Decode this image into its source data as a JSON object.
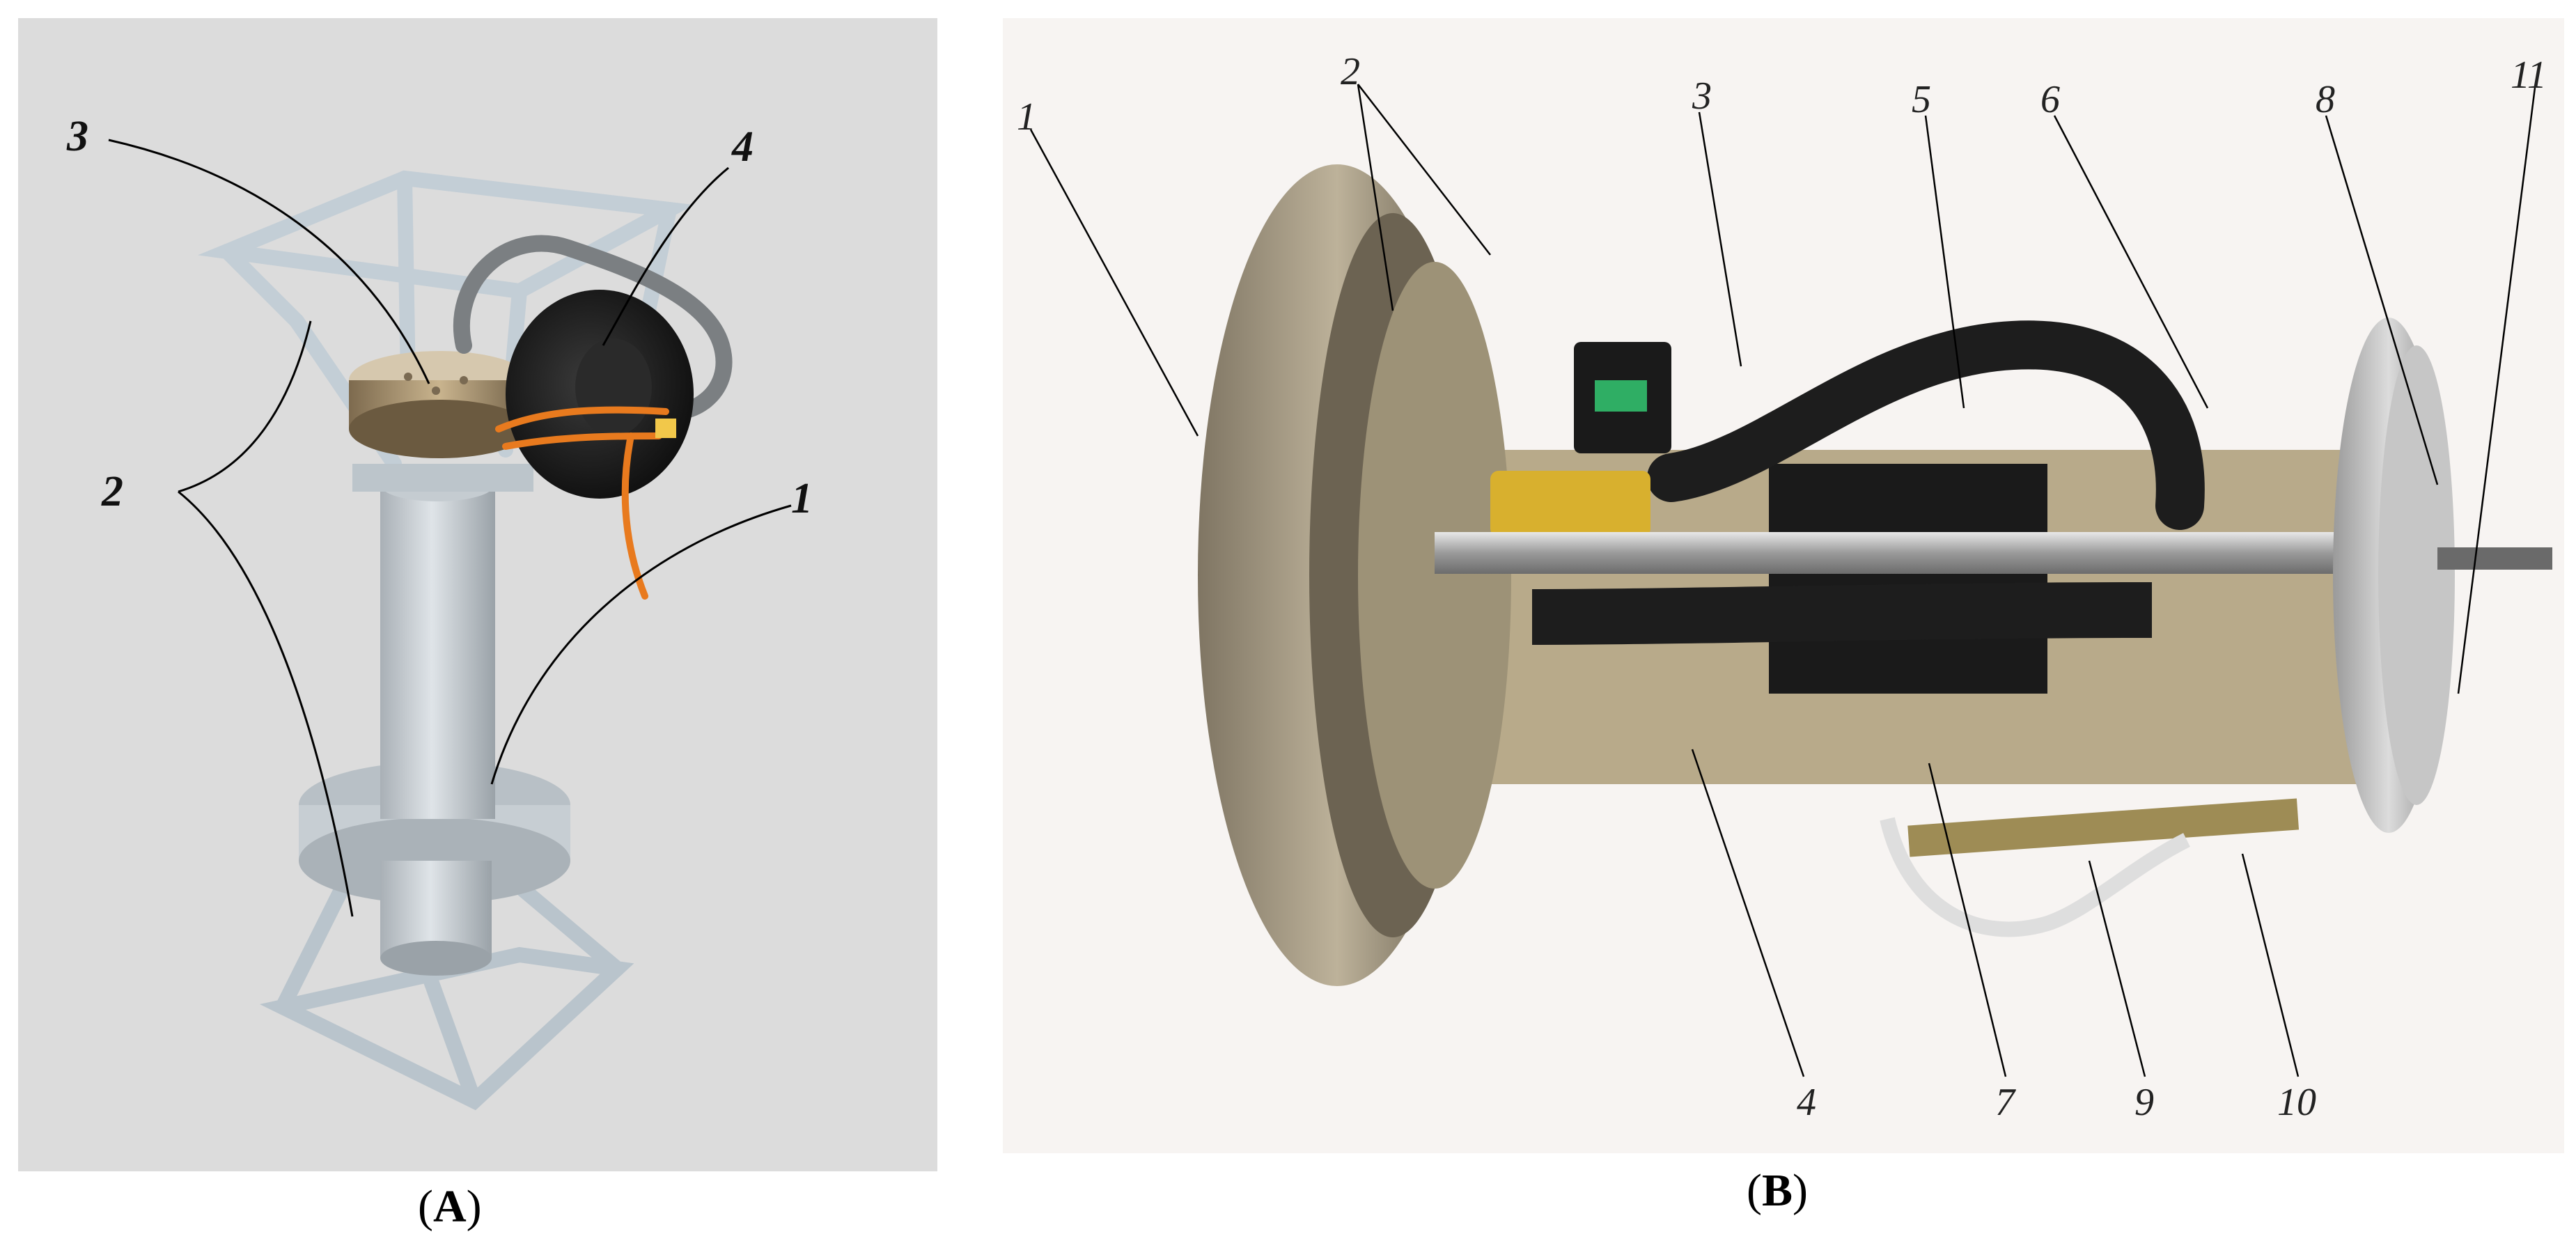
{
  "panels": {
    "a": {
      "label_open": "(",
      "label_letter": "A",
      "label_close": ")",
      "callouts": {
        "c1": "1",
        "c2": "2",
        "c3": "3",
        "c4": "4"
      }
    },
    "b": {
      "label_open": "(",
      "label_letter": "B",
      "label_close": ")",
      "callouts": {
        "c1": "1",
        "c2": "2",
        "c3": "3",
        "c4": "4",
        "c5": "5",
        "c6": "6",
        "c7": "7",
        "c8": "8",
        "c9": "9",
        "c10": "10",
        "c11": "11"
      }
    }
  },
  "colors": {
    "panel_a_bg": "#dcdcdc",
    "panel_b_bg": "#f7f4f2",
    "frame": "#c3ced6",
    "pipe": "#cdd3d8",
    "flange": "#a99a7a",
    "hose": "#1d1d1d",
    "orange_cable": "#e87a1e",
    "brass": "#d8b02e"
  }
}
